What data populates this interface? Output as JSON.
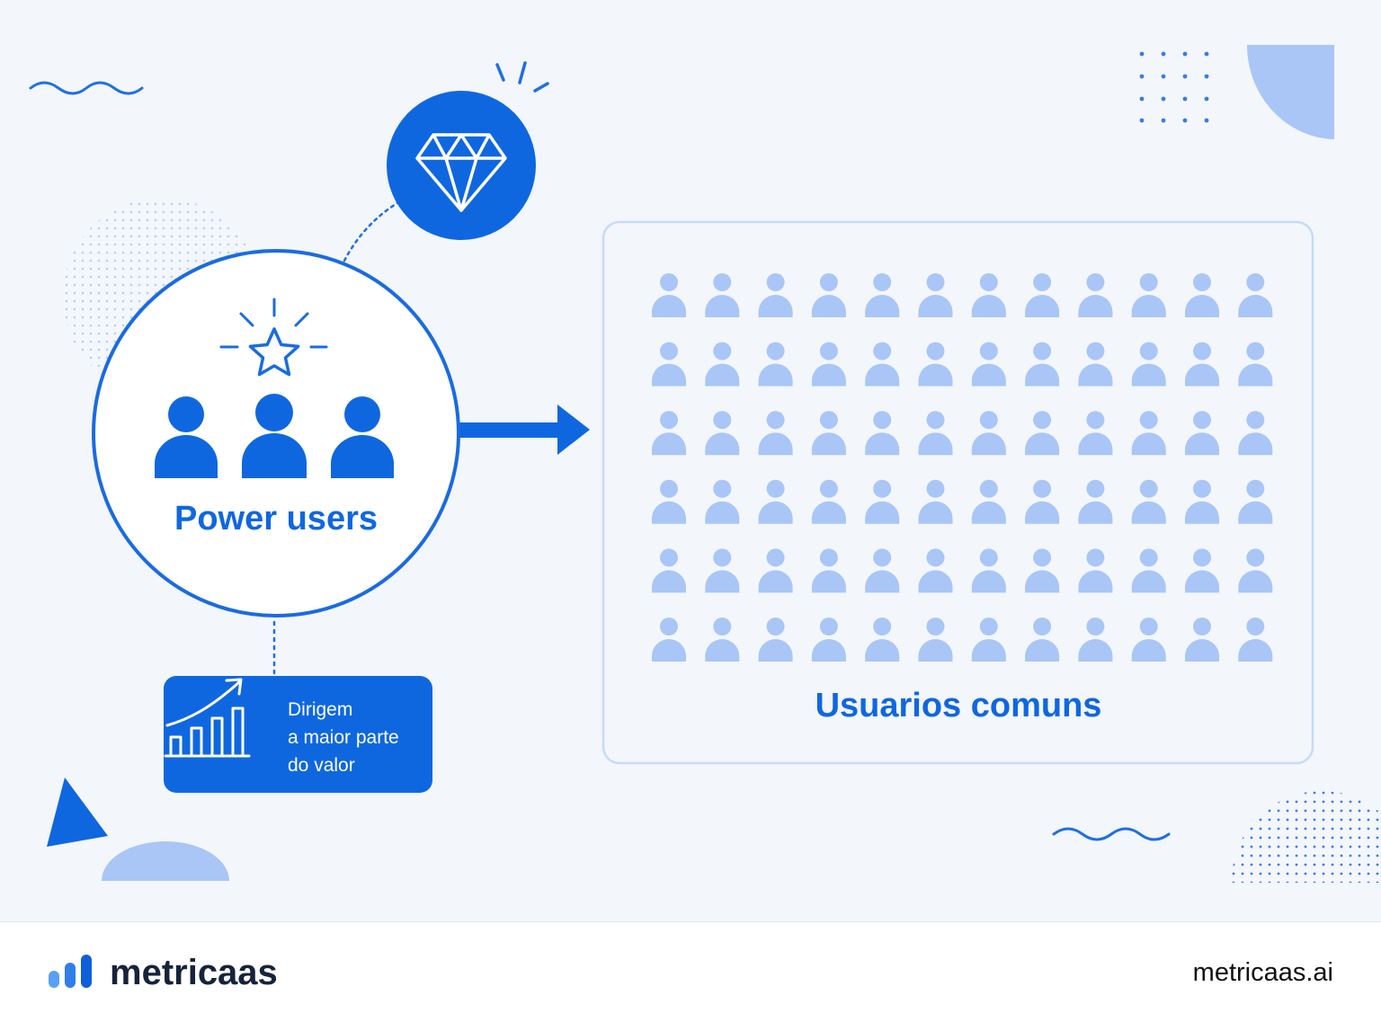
{
  "power_users": {
    "label": "Power users"
  },
  "value_card": {
    "lines": [
      "Dirigem",
      "a maior parte",
      "do valor"
    ]
  },
  "common_users": {
    "label": "Usuarios comuns",
    "grid": {
      "rows": 6,
      "columns": 12
    }
  },
  "footer": {
    "brand": "metricaas",
    "url": "metricaas.ai"
  },
  "colors": {
    "primary": "#0f67e0",
    "light_blue": "#a9c6f7",
    "background": "#f3f6fb",
    "dark_text": "#16233a"
  },
  "icons": {
    "diamond": "diamond-icon",
    "star": "star-icon",
    "growth_chart": "growth-chart-icon",
    "person": "person-icon"
  }
}
